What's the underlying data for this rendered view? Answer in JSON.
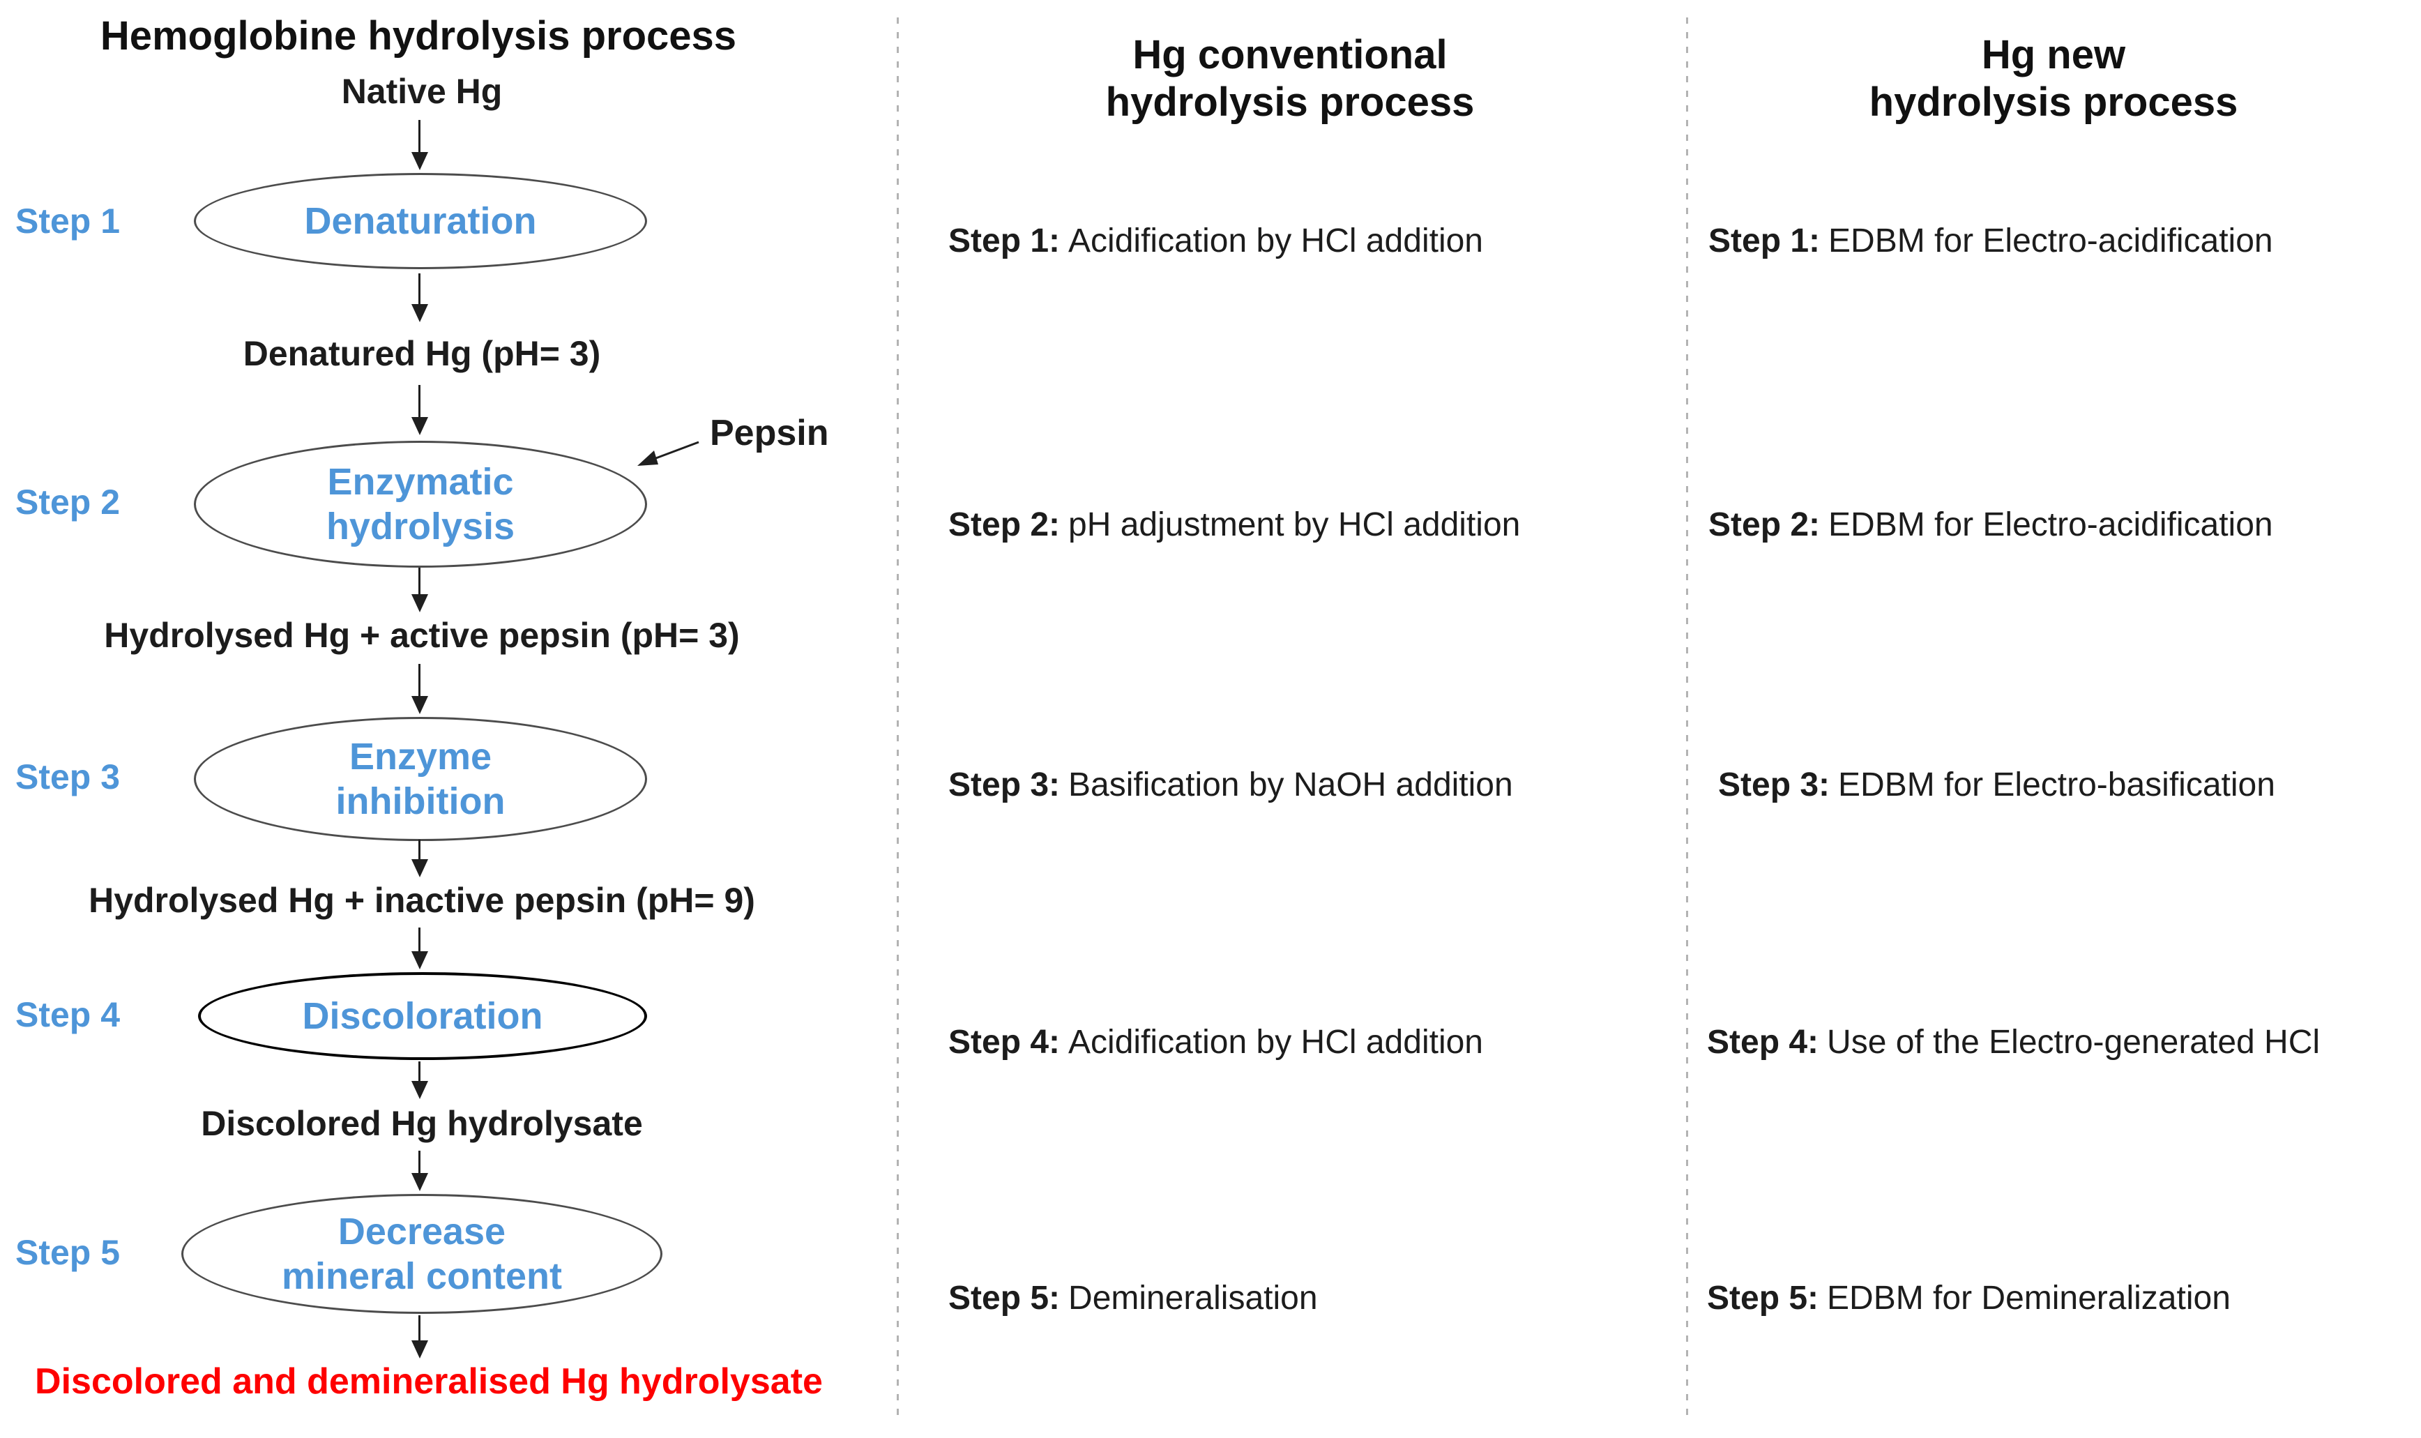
{
  "flow": {
    "title": "Hemoglobine hydrolysis process",
    "input_label": "Native Hg",
    "pepsin_label": "Pepsin",
    "steps": [
      {
        "label": "Step 1",
        "process_lines": [
          "Denaturation"
        ],
        "output": "Denatured Hg (pH= 3)"
      },
      {
        "label": "Step 2",
        "process_lines": [
          "Enzymatic",
          "hydrolysis"
        ],
        "output": "Hydrolysed Hg + active pepsin (pH= 3)"
      },
      {
        "label": "Step 3",
        "process_lines": [
          "Enzyme",
          "inhibition"
        ],
        "output": "Hydrolysed Hg + inactive pepsin (pH= 9)"
      },
      {
        "label": "Step 4",
        "process_lines": [
          "Discoloration"
        ],
        "output": "Discolored Hg hydrolysate"
      },
      {
        "label": "Step 5",
        "process_lines": [
          "Decrease",
          "mineral content"
        ],
        "output": "Discolored and demineralised Hg hydrolysate"
      }
    ]
  },
  "conventional": {
    "title_lines": [
      "Hg conventional",
      "hydrolysis process"
    ],
    "steps": [
      {
        "label": "Step 1:",
        "text": "Acidification by HCl addition"
      },
      {
        "label": "Step 2:",
        "text": "pH adjustment by HCl addition"
      },
      {
        "label": "Step 3:",
        "text": "Basification by NaOH addition"
      },
      {
        "label": "Step 4:",
        "text": "Acidification by HCl addition"
      },
      {
        "label": "Step 5:",
        "text": "Demineralisation"
      }
    ]
  },
  "new_process": {
    "title_lines": [
      "Hg new",
      "hydrolysis process"
    ],
    "steps": [
      {
        "label": "Step 1:",
        "text": "EDBM for Electro-acidification"
      },
      {
        "label": "Step 2:",
        "text": "EDBM for Electro-acidification"
      },
      {
        "label": "Step 3:",
        "text": "EDBM for Electro-basification"
      },
      {
        "label": "Step 4:",
        "text": "Use of the Electro-generated HCl"
      },
      {
        "label": "Step 5:",
        "text": "EDBM for Demineralization"
      }
    ]
  },
  "colors": {
    "accent_blue": "#4e95d8",
    "final_red": "#fe0000",
    "text_black": "#1c1c1c",
    "ellipse_border_gray": "#4c4c4c",
    "ellipse_border_black": "#000000",
    "divider_gray": "#b3b3b3",
    "arrow_black": "#1f1f1f"
  }
}
